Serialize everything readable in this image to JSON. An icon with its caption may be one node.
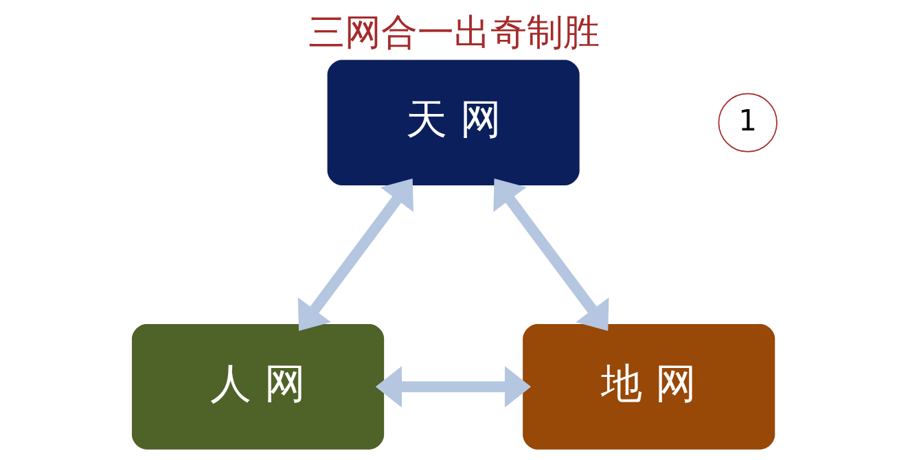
{
  "diagram": {
    "title": "三网合一出奇制胜",
    "nodes": [
      {
        "text": [
          "天 网"
        ]
      },
      {
        "text": [
          "人 网"
        ]
      },
      {
        "text": [
          "地 网"
        ]
      }
    ],
    "edges": [
      {
        "from": 0,
        "to": 1,
        "arrow": "both"
      },
      {
        "from": 0,
        "to": 2,
        "arrow": "both"
      },
      {
        "from": 1,
        "to": 2,
        "arrow": "both"
      }
    ],
    "labels": [
      "1"
    ]
  }
}
